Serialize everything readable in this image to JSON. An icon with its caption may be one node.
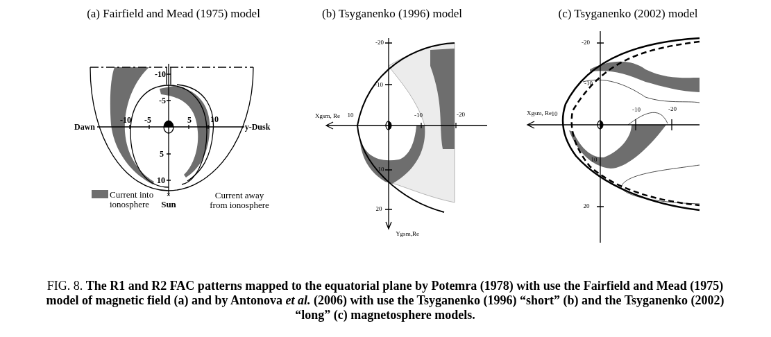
{
  "diagram": {
    "caption": "FIG. 8. **The R1 and R2 FAC patterns mapped to the equatorial plane by Potemra (1978) with use the Fairfield and Mead (1975) model of magnetic field (a) and by Antonova *et al.* (2006) with use the Tsyganenko (1996) “short” (b) and the Tsyganenko (2002) “long” (c) magnetosphere models.**",
    "labels": [
      "(a) Fairfield and Mead (1975) model",
      "(b) Tsyganenko (1996) model",
      "(c) Tsyganenko (2002) model",
      "-10",
      "-5",
      "Dawn",
      "-10",
      "-5",
      "5",
      "10",
      "y-Dusk",
      "5",
      "10",
      "×",
      "Sun",
      "Current away from ionosphere",
      "-20",
      "-10",
      "Xgsm, Re",
      "10",
      "-10",
      "-20",
      "10",
      "20",
      "Ygsm,Re",
      "-20",
      "-10",
      "Xgsm, Re",
      "10",
      "-10",
      "-20",
      "10",
      "20"
    ],
    "legend": [
      {
        "text": "Current into ionosphere",
        "color": "#6e6e6e"
      }
    ]
  }
}
